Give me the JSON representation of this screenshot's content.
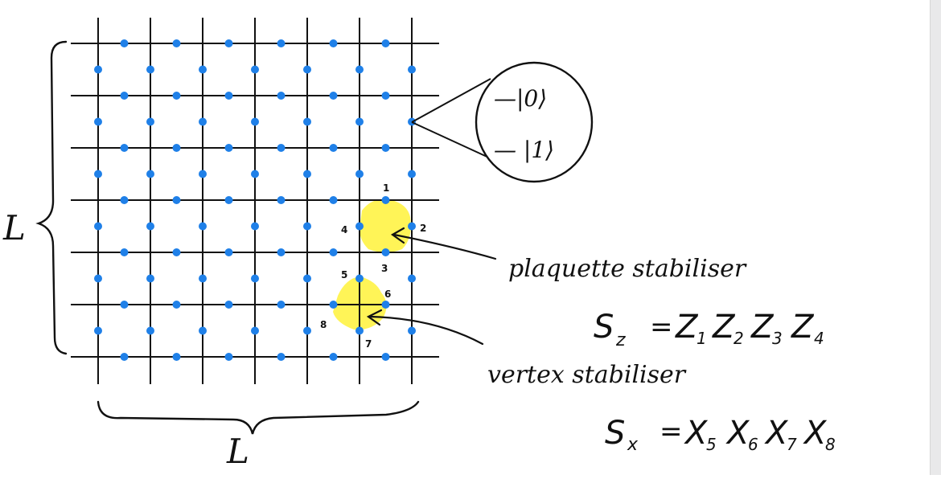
{
  "colors": {
    "background": "#ffffff",
    "line": "#111111",
    "qubit": "#1f80e8",
    "highlight": "#fff23a"
  },
  "lattice": {
    "cells": 6
  },
  "labels": {
    "vertical_size": "L",
    "horizontal_size": "L",
    "ket0": "—|0⟩",
    "ket1": "— |1⟩",
    "plaquette_label": "plaquette stabiliser",
    "vertex_label": "vertex stabiliser",
    "plaquette_formula": {
      "main": "S",
      "sub": "z",
      "eq": "= Z",
      "terms": [
        {
          "op": "Z",
          "idx": "1"
        },
        {
          "op": "Z",
          "idx": "2"
        },
        {
          "op": "Z",
          "idx": "3"
        },
        {
          "op": "Z",
          "idx": "4"
        }
      ]
    },
    "vertex_formula": {
      "main": "S",
      "sub": "x",
      "terms": [
        {
          "op": "X",
          "idx": "5"
        },
        {
          "op": "X",
          "idx": "6"
        },
        {
          "op": "X",
          "idx": "7"
        },
        {
          "op": "X",
          "idx": "8"
        }
      ]
    },
    "qubit_numbers": [
      "1",
      "2",
      "3",
      "4",
      "5",
      "6",
      "7",
      "8"
    ]
  }
}
